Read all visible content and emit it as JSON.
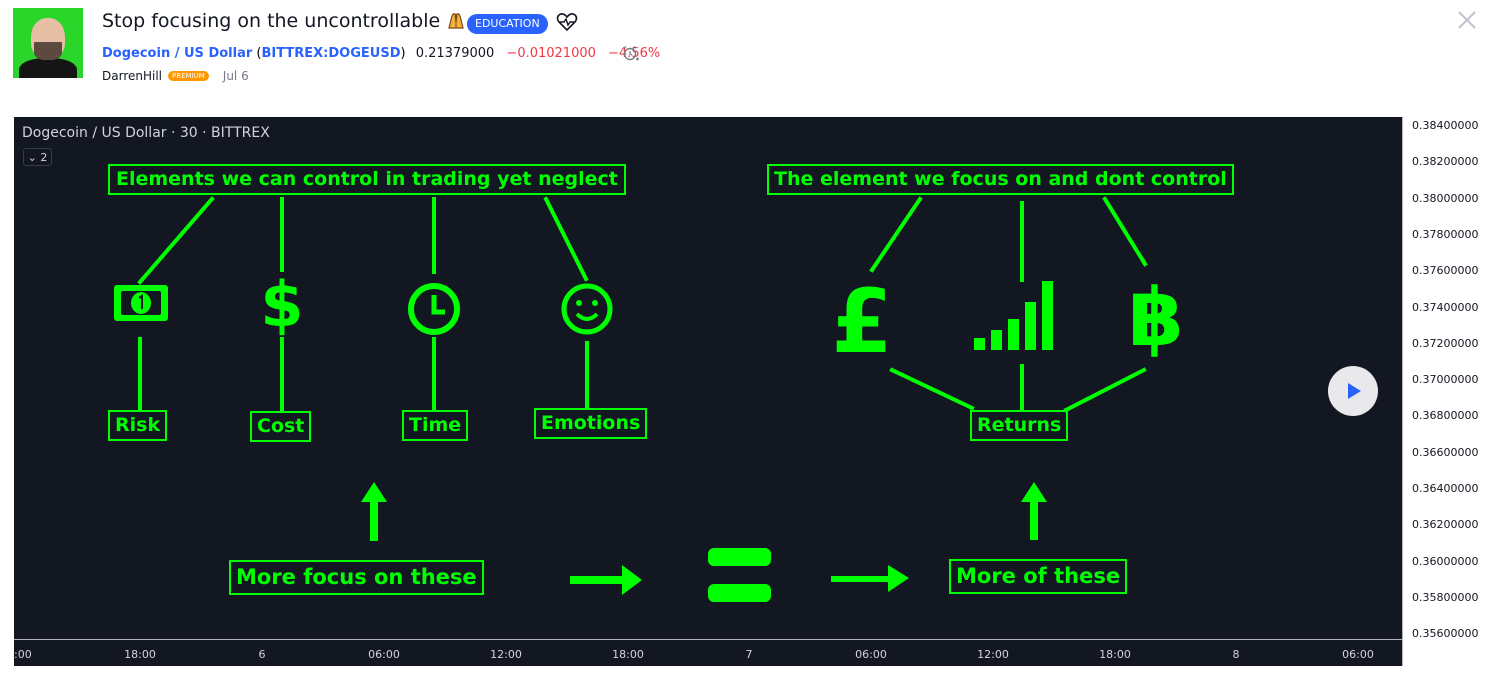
{
  "post": {
    "title": "Stop focusing on the uncontrollable",
    "category_badge": "EDUCATION"
  },
  "symbol": {
    "name": "Dogecoin / US Dollar",
    "open_paren": " (",
    "exchange_ticker": "BITTREX:DOGEUSD",
    "close_paren": ")",
    "price": "0.21379000",
    "change": "−0.01021000",
    "change_pct": "−4.56%"
  },
  "author": {
    "name": "DarrenHill",
    "tier": "PREMIUM",
    "date": "Jul 6"
  },
  "chart": {
    "legend": "Dogecoin / US Dollar · 30 · BITTREX",
    "indicator_toggle": "2",
    "y_axis": [
      "0.38400000",
      "0.38200000",
      "0.38000000",
      "0.37800000",
      "0.37600000",
      "0.37400000",
      "0.37200000",
      "0.37000000",
      "0.36800000",
      "0.36600000",
      "0.36400000",
      "0.36200000",
      "0.36000000",
      "0.35800000",
      "0.35600000"
    ],
    "x_axis": [
      ":00",
      "18:00",
      "6",
      "06:00",
      "12:00",
      "18:00",
      "7",
      "06:00",
      "12:00",
      "18:00",
      "8",
      "06:00"
    ]
  },
  "annotations": {
    "controllable_header": "Elements we can control in trading yet neglect",
    "uncontrollable_header": "The element we focus on and dont control",
    "labels": [
      "Risk",
      "Cost",
      "Time",
      "Emotions",
      "Returns"
    ],
    "more_focus": "More focus on these",
    "more_of": "More of these"
  },
  "icons": {
    "money": "banknote-icon",
    "dollar": "dollar-icon",
    "clock": "clock-icon",
    "smile": "smiley-icon",
    "pound": "pound-icon",
    "bars": "signal-bars-icon",
    "bitcoin": "bitcoin-icon"
  },
  "colors": {
    "annotation": "#00ff00",
    "chart_bg": "#131722",
    "link": "#2962ff",
    "negative": "#f23645",
    "premium": "#ff9800"
  }
}
